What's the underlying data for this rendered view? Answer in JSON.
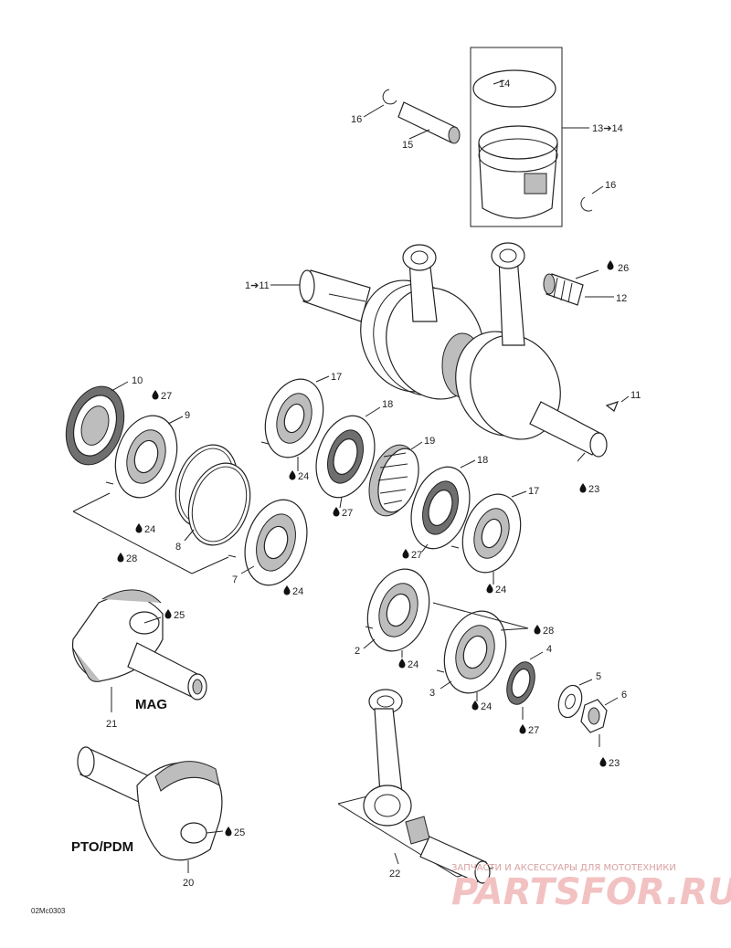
{
  "labels": {
    "l14": "14",
    "l16a": "16",
    "l15": "15",
    "l13_14": "13➔14",
    "l16b": "16",
    "l1_11": "1➔11",
    "l26": "26",
    "l12": "12",
    "l10": "10",
    "l27a": "27",
    "l9": "9",
    "l17a": "17",
    "l18a": "18",
    "l19": "19",
    "l11": "11",
    "l24a": "24",
    "l27b": "27",
    "l23a": "23",
    "l18b": "18",
    "l17b": "17",
    "l8": "8",
    "l24b": "24",
    "l28a": "28",
    "l27c": "27",
    "l7": "7",
    "l24c": "24",
    "l24d": "24",
    "l25a": "25",
    "l28b": "28",
    "l2": "2",
    "l24e": "24",
    "l4": "4",
    "l3": "3",
    "l24f": "24",
    "l5": "5",
    "l6": "6",
    "l27d": "27",
    "l23b": "23",
    "l21": "21",
    "l25b": "25",
    "l20": "20",
    "l22": "22"
  },
  "captions": {
    "mag": "MAG",
    "pto": "PTO/PDM"
  },
  "drawing_code": "02Mc0303",
  "watermark": {
    "tagline": "ЗАПЧАСТИ И АКСЕССУАРЫ ДЛЯ МОТОТЕХНИКИ",
    "brand": "PARTSFOR.RU"
  }
}
